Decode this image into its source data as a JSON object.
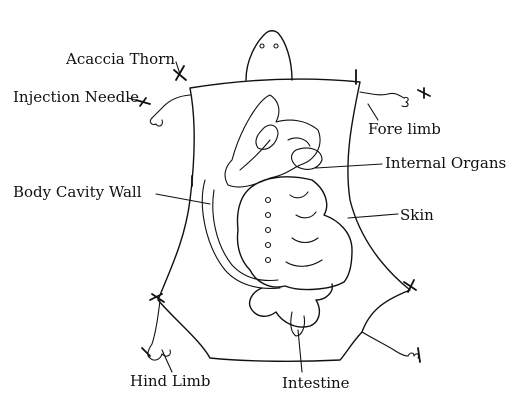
{
  "diagram": {
    "labels": {
      "acacia_thorn": "Acaccia Thorn",
      "injection_needle": "Injection Needle",
      "fore_limb": "Fore limb",
      "internal_organs": "Internal Organs",
      "body_cavity_wall": "Body Cavity Wall",
      "skin": "Skin",
      "hind_limb": "Hind Limb",
      "intestine": "Intestine"
    },
    "colors": {
      "ink": "#111111",
      "background": "#ffffff"
    }
  }
}
